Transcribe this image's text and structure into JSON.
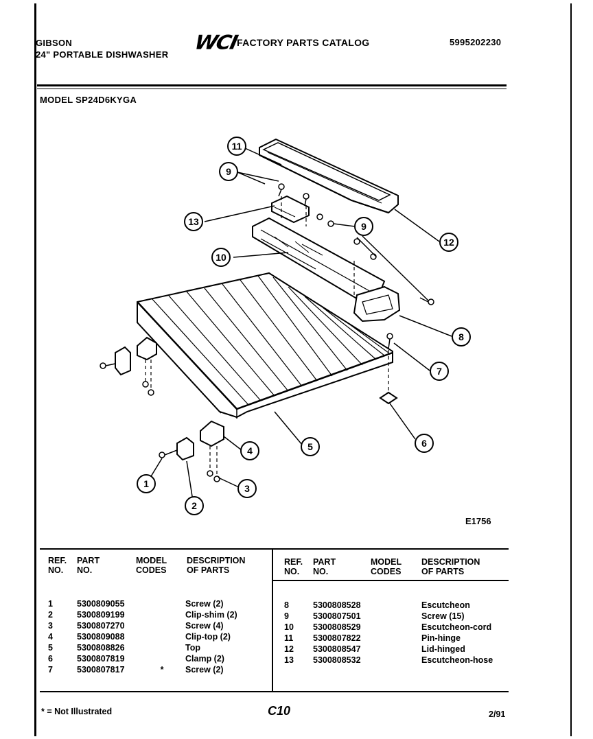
{
  "header": {
    "brand": "GIBSON",
    "product": "24\" PORTABLE DISHWASHER",
    "logo_text": "WCI",
    "catalog_title": "FACTORY PARTS CATALOG",
    "catalog_number": "5995202230",
    "model_label": "MODEL",
    "model_value": "SP24D6KYGA"
  },
  "diagram": {
    "figure_id": "E1756",
    "callouts": [
      "1",
      "2",
      "3",
      "4",
      "5",
      "6",
      "7",
      "8",
      "9",
      "9",
      "10",
      "11",
      "12",
      "13"
    ]
  },
  "table": {
    "headers": {
      "ref": [
        "REF.",
        "NO."
      ],
      "part": [
        "PART",
        "NO."
      ],
      "model": [
        "MODEL",
        "CODES"
      ],
      "desc": [
        "DESCRIPTION",
        "OF PARTS"
      ]
    },
    "left_rows": [
      {
        "ref": "1",
        "part": "5300809055",
        "code": "",
        "desc": "Screw (2)"
      },
      {
        "ref": "2",
        "part": "5300809199",
        "code": "",
        "desc": "Clip-shim (2)"
      },
      {
        "ref": "3",
        "part": "5300807270",
        "code": "",
        "desc": "Screw (4)"
      },
      {
        "ref": "4",
        "part": "5300809088",
        "code": "",
        "desc": "Clip-top (2)"
      },
      {
        "ref": "5",
        "part": "5300808826",
        "code": "",
        "desc": "Top"
      },
      {
        "ref": "6",
        "part": "5300807819",
        "code": "",
        "desc": "Clamp (2)"
      },
      {
        "ref": "7",
        "part": "5300807817",
        "code": "*",
        "desc": "Screw (2)"
      }
    ],
    "right_rows": [
      {
        "ref": "8",
        "part": "5300808528",
        "code": "",
        "desc": "Escutcheon"
      },
      {
        "ref": "9",
        "part": "5300807501",
        "code": "",
        "desc": "Screw (15)"
      },
      {
        "ref": "10",
        "part": "5300808529",
        "code": "",
        "desc": "Escutcheon-cord"
      },
      {
        "ref": "11",
        "part": "5300807822",
        "code": "",
        "desc": "Pin-hinge"
      },
      {
        "ref": "12",
        "part": "5300808547",
        "code": "",
        "desc": "Lid-hinged"
      },
      {
        "ref": "13",
        "part": "5300808532",
        "code": "",
        "desc": "Escutcheon-hose"
      }
    ]
  },
  "footer": {
    "note": "* = Not Illustrated",
    "page_code": "C10",
    "date": "2/91"
  }
}
